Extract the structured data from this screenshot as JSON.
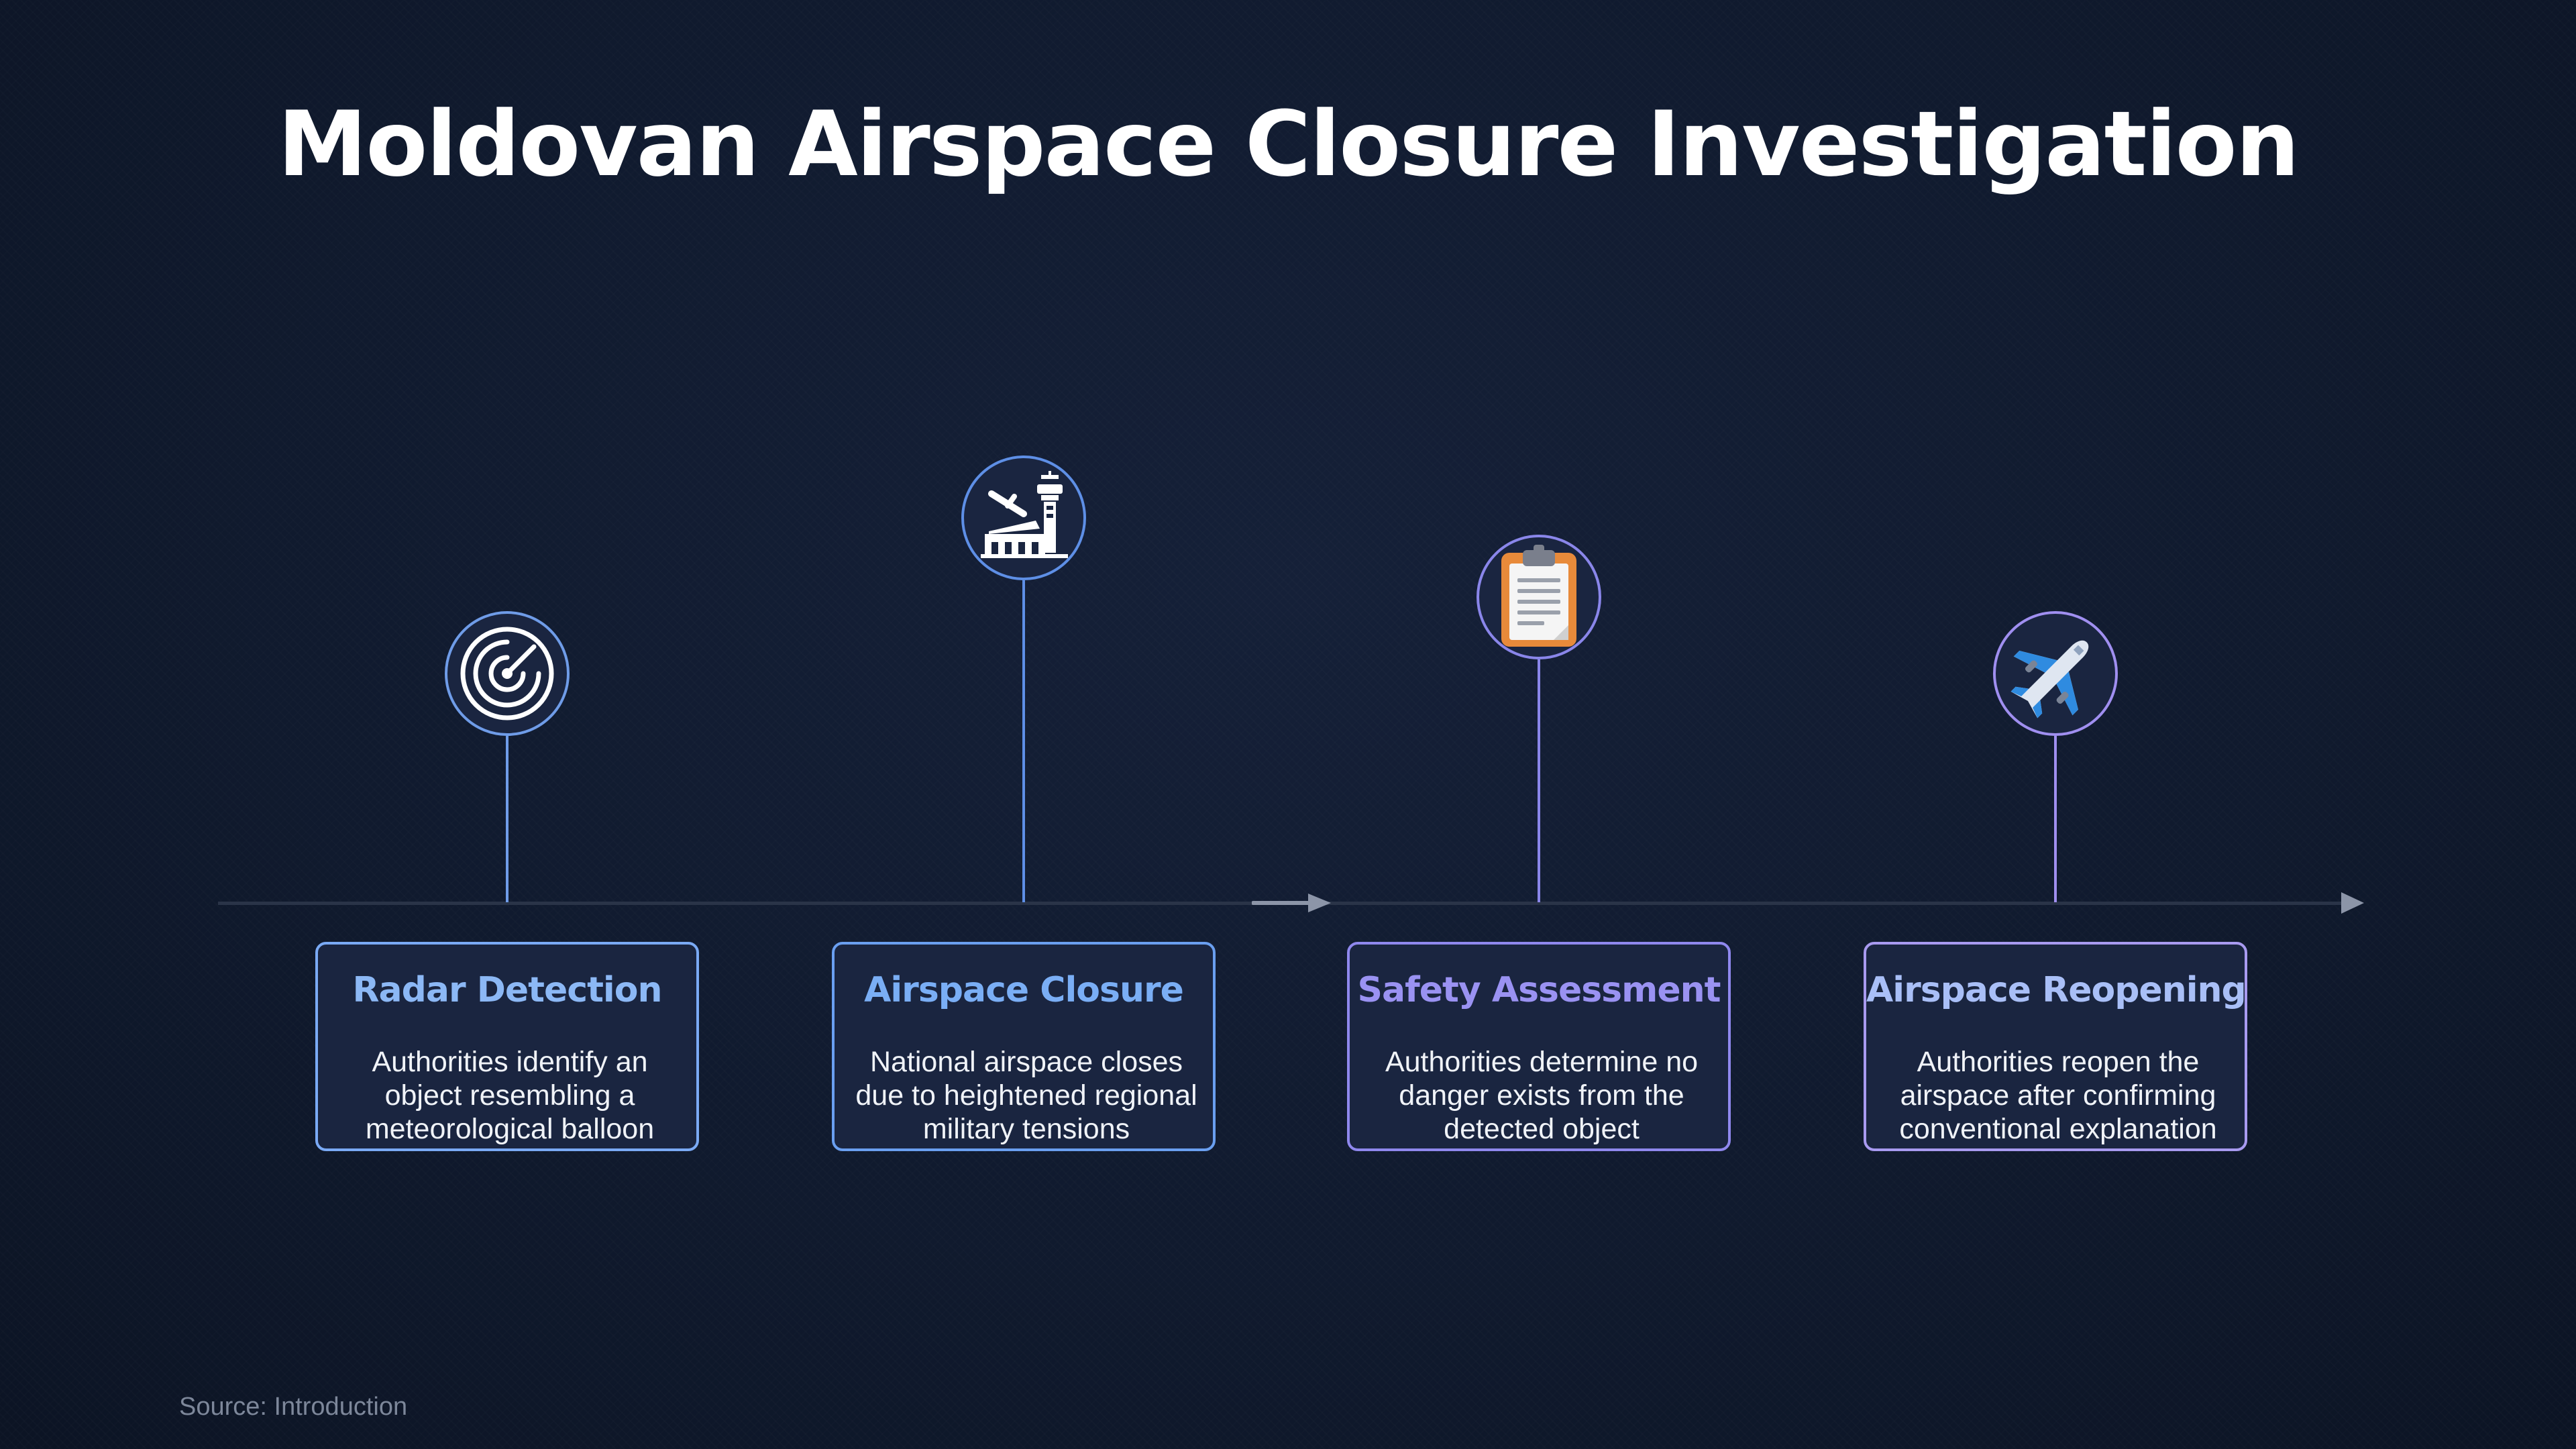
{
  "title": "Moldovan Airspace Closure Investigation",
  "source": "Source: Introduction",
  "colors": {
    "blue": "#7aaaf5",
    "purple": "#8f88ee",
    "violet": "#a89af0",
    "axis": "#2a3448",
    "background": "#0f1729"
  },
  "events": [
    {
      "title": "Radar Detection",
      "description": "Authorities identify an object resembling a meteorological balloon",
      "icon": "radar-icon"
    },
    {
      "title": "Airspace Closure",
      "description": "National airspace closes due to heightened regional military tensions",
      "icon": "airport-tower-icon"
    },
    {
      "title": "Safety Assessment",
      "description": "Authorities determine no danger exists from the detected object",
      "icon": "clipboard-icon"
    },
    {
      "title": "Airspace Reopening",
      "description": "Authorities reopen the airspace after confirming conventional explanation",
      "icon": "airplane-icon"
    }
  ]
}
